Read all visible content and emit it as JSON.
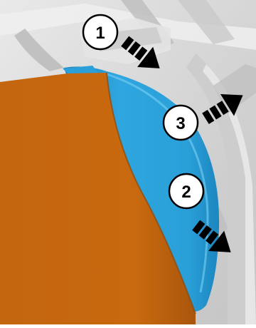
{
  "callouts": {
    "c1": {
      "label": "1",
      "arrow_icon": "dashed-arrow-down-right-icon"
    },
    "c2": {
      "label": "2",
      "arrow_icon": "dashed-arrow-down-right-icon"
    },
    "c3": {
      "label": "3",
      "arrow_icon": "dashed-arrow-up-right-icon"
    }
  },
  "colors": {
    "background_gray": "#d9d9d9",
    "panel_orange": "#c8690f",
    "panel_orange_dark": "#a5520a",
    "clip_blue": "#2a9fd8",
    "clip_blue_light": "#5cc0ee",
    "clip_blue_dark": "#1a7fb5",
    "callout_fill": "#ffffff",
    "callout_stroke": "#000000",
    "arrow": "#000000"
  }
}
